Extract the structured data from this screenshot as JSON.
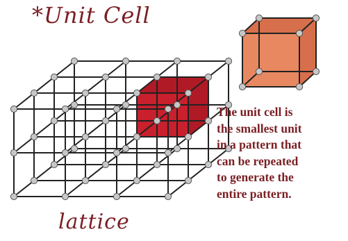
{
  "title": "*Unit Cell",
  "caption": "lattice",
  "description_lines": [
    "The unit cell is",
    "the smallest unit",
    "in a pattern that",
    "can be repeated",
    "to generate the",
    "entire pattern."
  ],
  "colors": {
    "text": "#7a1f24",
    "lattice_line": "#222222",
    "atom_fill": "#c7c7c7",
    "atom_stroke": "#555555",
    "highlight_cell_face": "#c8202c",
    "highlight_cell_side": "#b01a26",
    "unit_cell_face": "#e88860",
    "unit_cell_side": "#d86f4c"
  }
}
